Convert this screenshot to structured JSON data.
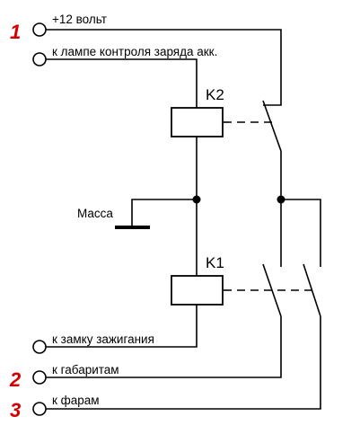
{
  "terminals": [
    {
      "number": "1",
      "label": "+12 вольт"
    },
    {
      "number": "",
      "label": "к лампе контроля заряда акк."
    },
    {
      "number": "",
      "label": "к замку зажигания"
    },
    {
      "number": "2",
      "label": "к габаритам"
    },
    {
      "number": "3",
      "label": "к фарам"
    }
  ],
  "relays": [
    {
      "label": "K2"
    },
    {
      "label": "K1"
    }
  ],
  "ground": {
    "label": "Масса"
  },
  "colors": {
    "line": "#000000",
    "terminal_number": "#d40000",
    "background": "#ffffff"
  }
}
